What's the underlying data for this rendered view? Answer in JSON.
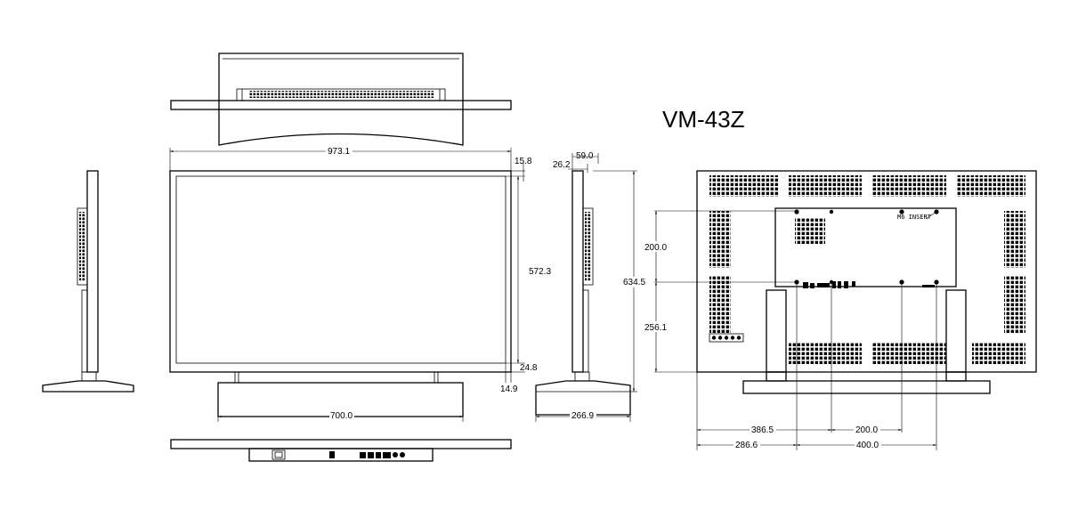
{
  "model": "VM-43Z",
  "labels": {
    "insert": "M6 INSERT"
  },
  "dimensions": {
    "overall_width": "973.1",
    "bezel_top": "15.8",
    "screen_height": "572.3",
    "bezel_bottom": "24.8",
    "bezel_side": "14.9",
    "stand_width": "700.0",
    "depth_top": "59.0",
    "side_offset": "26.2",
    "overall_height": "634.5",
    "stand_depth": "266.9",
    "vesa_vertical": "200.0",
    "vesa_to_bottom": "256.1",
    "left_to_center": "386.5",
    "vesa_horizontal_small": "200.0",
    "left_to_vesa": "286.6",
    "vesa_horizontal_large": "400.0"
  }
}
